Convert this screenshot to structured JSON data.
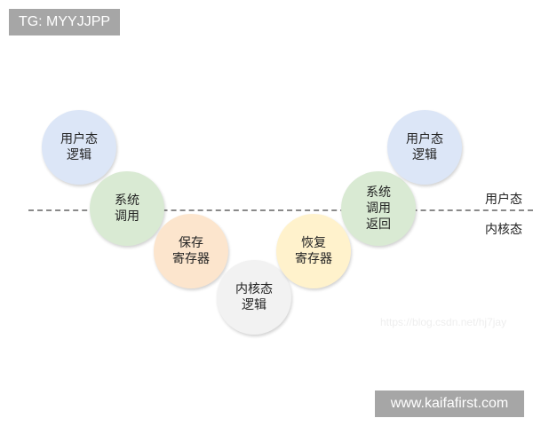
{
  "watermarks": {
    "top_left": "TG: MYYJJPP",
    "bottom_right": "www.kaifafirst.com",
    "faint_url": "https://blog.csdn.net/hj7jay"
  },
  "zones": {
    "user_mode": "用户态",
    "kernel_mode": "内核态"
  },
  "nodes": [
    {
      "line1": "用户态",
      "line2": "逻辑",
      "line3": "",
      "color": "#dce6f7"
    },
    {
      "line1": "系统",
      "line2": "调用",
      "line3": "",
      "color": "#d9ead3"
    },
    {
      "line1": "保存",
      "line2": "寄存器",
      "line3": "",
      "color": "#fce5cd"
    },
    {
      "line1": "内核态",
      "line2": "逻辑",
      "line3": "",
      "color": "#f2f2f2"
    },
    {
      "line1": "恢复",
      "line2": "寄存器",
      "line3": "",
      "color": "#fff2cc"
    },
    {
      "line1": "系统",
      "line2": "调用",
      "line3": "返回",
      "color": "#d9ead3"
    },
    {
      "line1": "用户态",
      "line2": "逻辑",
      "line3": "",
      "color": "#dce6f7"
    }
  ]
}
